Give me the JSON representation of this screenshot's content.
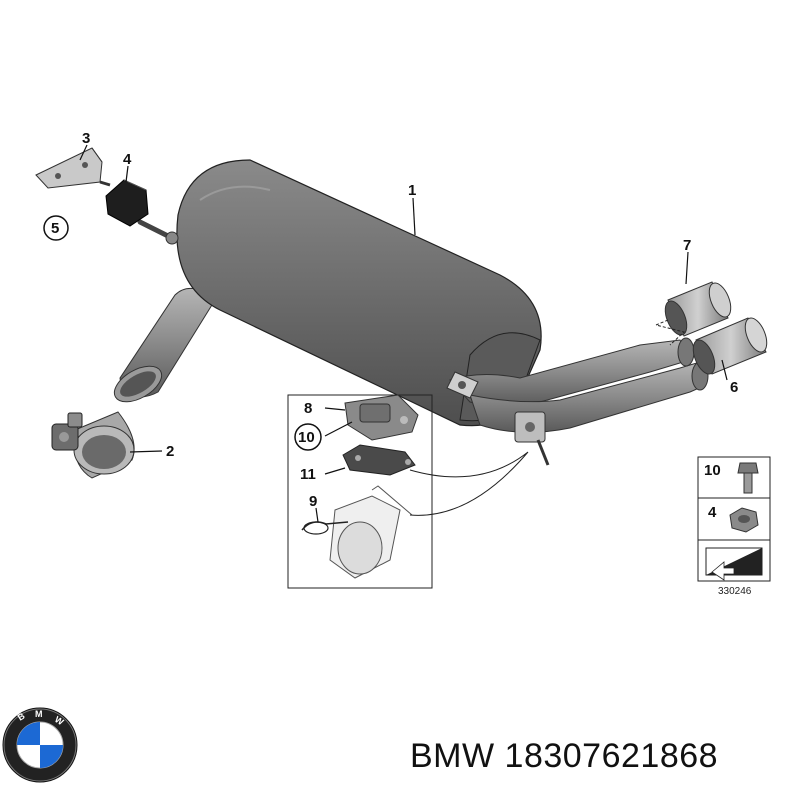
{
  "callouts": {
    "c1": "1",
    "c2": "2",
    "c3": "3",
    "c4": "4",
    "c5": "5",
    "c6": "6",
    "c7": "7",
    "c8": "8",
    "c9": "9",
    "c10": "10",
    "c11": "11"
  },
  "legend": {
    "item_10": "10",
    "item_4": "4"
  },
  "diagram_id": "330246",
  "brand": {
    "logo_letters": "BMW",
    "name": "BMW",
    "part_number": "18307621868"
  },
  "colors": {
    "muffler": "#6e6e6e",
    "pipe": "#8c8c8c",
    "line": "#000000",
    "logo_blue": "#1c69d4"
  }
}
